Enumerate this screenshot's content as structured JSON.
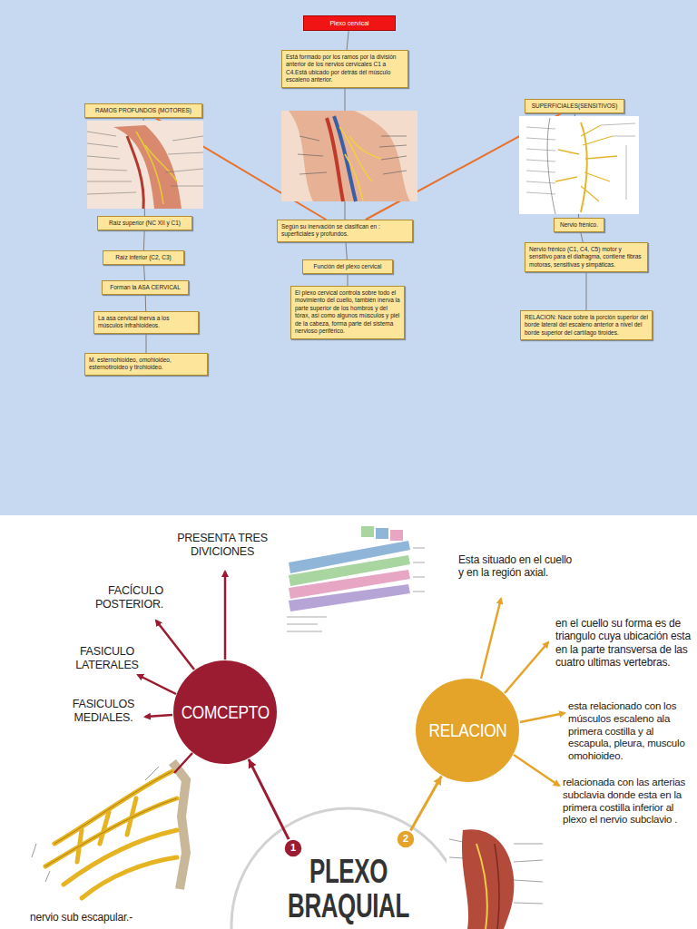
{
  "diagram": {
    "nodes": [
      {
        "text": [
          "Plexo cervical"
        ]
      },
      {
        "text": [
          "Está formado por los ramos por la división anterior de los nervios cervicales C1 a C4.Está ubicado por detrás del músculo escaleno anterior."
        ]
      },
      {
        "text": [
          "Según su inervación se clasifican en : superficiales y profundos."
        ]
      },
      {
        "text": [
          "Función del plexo cervical"
        ]
      },
      {
        "text": [
          "El plexo cervical controla sobre todo el movimiento del cuello, también inerva la parte superior de los hombros y del tórax, así como algunos músculos y piel de la cabeza, forma parte del sistema nervioso periférico."
        ]
      },
      {
        "text": [
          "RAMOS PROFUNDOS (MOTORES)"
        ]
      },
      {
        "text": [
          "Raíz superior (NC XII y C1)"
        ]
      },
      {
        "text": [
          "Raíz inferior (C2, C3)"
        ]
      },
      {
        "text": [
          "Forman la ASA CERVICAL"
        ]
      },
      {
        "text": [
          "La asa cervical inerva a los músculos infrahioideos."
        ]
      },
      {
        "text": [
          "M. esternohioideo, omohioideo, esternotiroideo y tirohioideo."
        ]
      },
      {
        "text": [
          "SUPERFICIALES(SENSITIVOS)"
        ]
      },
      {
        "text": [
          "Nervio frénico."
        ]
      },
      {
        "text": [
          "Nervio frénico (C1, C4, C5) motor y sensitivo para el diafragma, contiene fibras motoras, sensitivas y simpáticas."
        ]
      },
      {
        "text": [
          "RELACION: Nace sobre la porción superior del borde lateral del escaleno anterior a nivel del borde superior del cartílago tiroides."
        ]
      },
      {
        "text": [
          "COMCEPTO"
        ]
      },
      {
        "text": [
          "RELACION"
        ]
      },
      {
        "text": [
          "PLEXO BRAQUIAL"
        ]
      },
      {
        "text": [
          "1"
        ]
      },
      {
        "text": [
          "2"
        ]
      }
    ],
    "edges": [
      {
        "from": 0,
        "to": 1,
        "arrow": "none"
      },
      {
        "from": 1,
        "to": 2,
        "arrow": "none"
      },
      {
        "from": 2,
        "to": 3,
        "arrow": "none"
      },
      {
        "from": 3,
        "to": 4,
        "arrow": "none"
      },
      {
        "from": 2,
        "to": 5,
        "arrow": "none"
      },
      {
        "from": 2,
        "to": 11,
        "arrow": "none"
      },
      {
        "from": 5,
        "to": 6,
        "arrow": "none"
      },
      {
        "from": 6,
        "to": 7,
        "arrow": "none"
      },
      {
        "from": 7,
        "to": 8,
        "arrow": "none"
      },
      {
        "from": 8,
        "to": 9,
        "arrow": "none"
      },
      {
        "from": 9,
        "to": 10,
        "arrow": "none"
      },
      {
        "from": 11,
        "to": 12,
        "arrow": "none"
      },
      {
        "from": 12,
        "to": 13,
        "arrow": "none"
      },
      {
        "from": 13,
        "to": 14,
        "arrow": "none"
      },
      {
        "from": 18,
        "to": 15,
        "arrow": "to"
      },
      {
        "from": 19,
        "to": 16,
        "arrow": "to"
      }
    ],
    "labels": [
      "PRESENTA TRES DIVICIONES",
      "FACÍCULO POSTERIOR.",
      "FASICULO LATERALES",
      "FASICULOS MEDIALES.",
      "Esta situado en el cuello y en la región axial.",
      "en el cuello su forma es de triangulo  cuya ubicación esta en la parte transversa de las cuatro ultimas vertebras.",
      "esta relacionado con los músculos escaleno ala primera costilla  y al escapula, pleura, musculo omohioideo.",
      "relacionada con las arterias subclavia  donde esta en la primera costilla inferior al plexo el nervio subclavio .",
      "nervio sub escapular.-"
    ]
  }
}
